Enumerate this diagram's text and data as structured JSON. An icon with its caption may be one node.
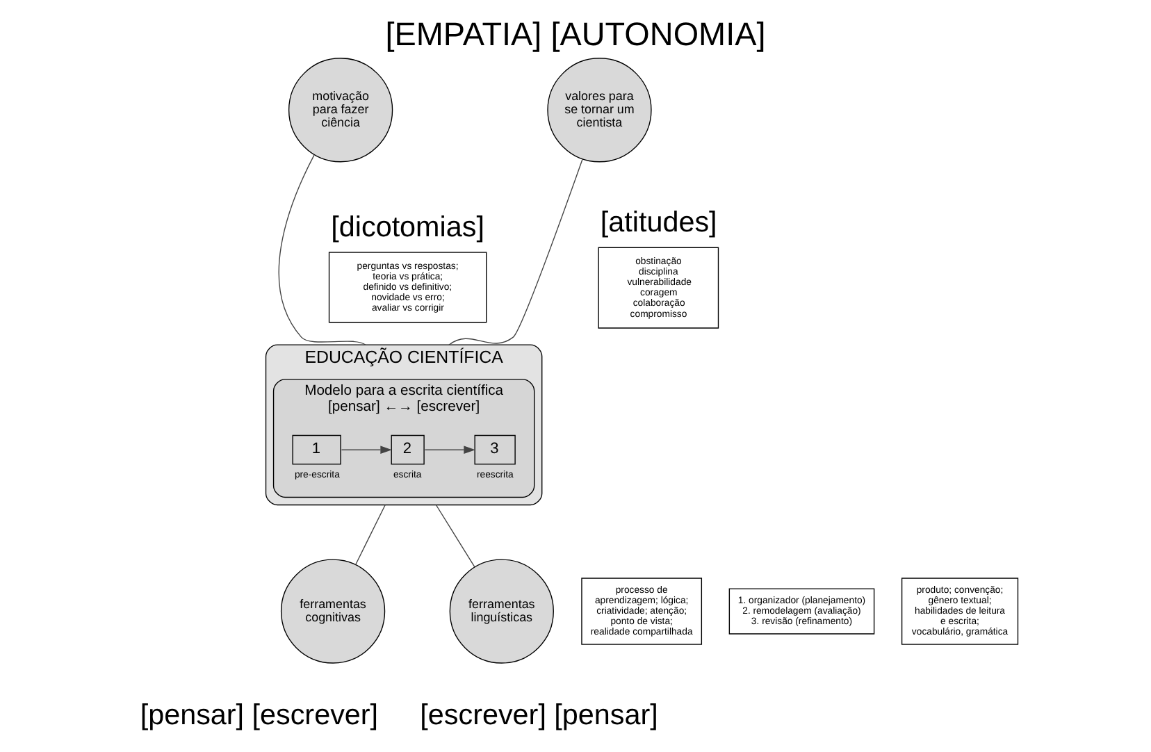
{
  "diagram": {
    "title": "[EMPATIA] [AUTONOMIA]",
    "nodes": [
      {
        "text": [
          "EDUCAÇÃO CIENTÍFICA"
        ]
      },
      {
        "text": [
          "Modelo para a escrita científica",
          "[pensar] ←→ [escrever]"
        ],
        "in": 0
      },
      {
        "text": [
          "1"
        ],
        "in": 1,
        "beside": [
          "pre-escrita"
        ]
      },
      {
        "text": [
          "2"
        ],
        "in": 1,
        "beside": [
          "escrita"
        ]
      },
      {
        "text": [
          "3"
        ],
        "in": 1,
        "beside": [
          "reescrita"
        ]
      },
      {
        "text": [
          "motivação para fazer ciência"
        ]
      },
      {
        "text": [
          "valores para se tornar um cientista"
        ]
      },
      {
        "text": [
          "[dicotomias]",
          "perguntas vs respostas; teoria vs prática; definido vs definitivo; novidade vs erro; avaliar vs corrigir"
        ]
      },
      {
        "text": [
          "[atitudes]",
          "obstinação disciplina vulnerabilidade coragem colaboração compromisso"
        ]
      },
      {
        "text": [
          "processo de aprendizagem; lógica; criatividade; atenção; ponto de vista; realidade compartilhada"
        ]
      },
      {
        "text": [
          "ferramentas cognitivas"
        ]
      },
      {
        "text": [
          "1. organizador (planejamento)",
          "2. remodelagem (avaliação)",
          "3. revisão (refinamento)"
        ]
      },
      {
        "text": [
          "ferramentas linguísticas"
        ]
      },
      {
        "text": [
          "produto; convenção; gênero textual; habilidades de leitura e escrita; vocabulário, gramática"
        ]
      }
    ],
    "edges": [
      {
        "from": 5,
        "to": 0,
        "arrow": "none"
      },
      {
        "from": 6,
        "to": 0,
        "arrow": "none"
      },
      {
        "from": 0,
        "to": 10,
        "arrow": "none"
      },
      {
        "from": 0,
        "to": 12,
        "arrow": "none"
      },
      {
        "from": 2,
        "to": 3,
        "arrow": "to"
      },
      {
        "from": 3,
        "to": 4,
        "arrow": "to"
      }
    ],
    "labels": [
      "[pensar] [escrever]",
      "[escrever] [pensar]"
    ]
  }
}
